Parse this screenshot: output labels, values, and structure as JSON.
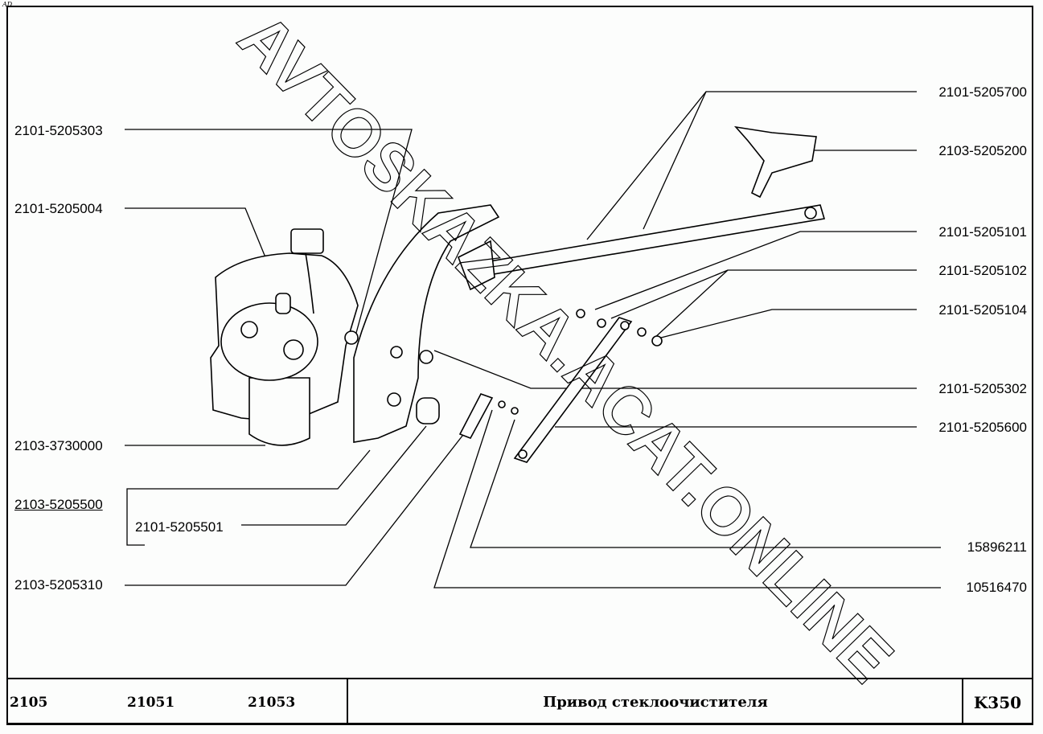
{
  "corner_mark": "AD",
  "watermark": "AVTOSKAZKA.ACAT.ONLINE",
  "labels_left": [
    {
      "code": "2101-5205303"
    },
    {
      "code": "2101-5205004"
    },
    {
      "code": "2103-3730000"
    },
    {
      "code": "2103-5205500",
      "underlined": true
    },
    {
      "code": "2101-5205501"
    },
    {
      "code": "2103-5205310"
    }
  ],
  "labels_right": [
    {
      "code": "2101-5205700"
    },
    {
      "code": "2103-5205200"
    },
    {
      "code": "2101-5205101"
    },
    {
      "code": "2101-5205102"
    },
    {
      "code": "2101-5205104"
    },
    {
      "code": "2101-5205302"
    },
    {
      "code": "2101-5205600"
    },
    {
      "code": "15896211"
    },
    {
      "code": "10516470"
    }
  ],
  "footer": {
    "models": [
      "2105",
      "21051",
      "21053"
    ],
    "title": "Привод стеклоочистителя",
    "code": "K350"
  }
}
